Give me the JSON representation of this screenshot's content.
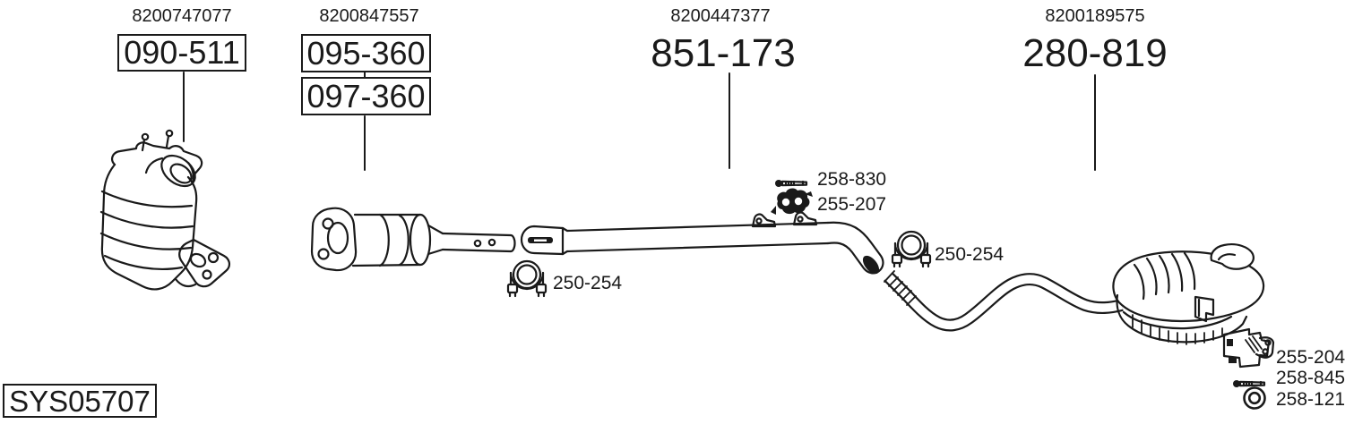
{
  "diagram": {
    "system_code": "SYS05707",
    "colors": {
      "line": "#1a1a1a",
      "background": "#ffffff"
    },
    "part_groups": [
      {
        "oe_ref": "8200747077",
        "codes": [
          "090-511"
        ]
      },
      {
        "oe_ref": "8200847557",
        "codes": [
          "095-360",
          "097-360"
        ]
      },
      {
        "oe_ref": "8200447377",
        "codes": [
          "851-173"
        ]
      },
      {
        "oe_ref": "8200189575",
        "codes": [
          "280-819"
        ]
      }
    ],
    "fittings": [
      {
        "code": "258-830",
        "icon": "bolt-icon"
      },
      {
        "code": "255-207",
        "icon": "rubber-mount-icon"
      },
      {
        "code": "250-254",
        "icon": "pipe-clamp-icon"
      },
      {
        "code": "250-254",
        "icon": "pipe-clamp-icon"
      },
      {
        "code": "255-204",
        "icon": "hanger-bracket-icon"
      },
      {
        "code": "258-845",
        "icon": "bolt-icon"
      },
      {
        "code": "258-121",
        "icon": "washer-icon"
      }
    ]
  }
}
